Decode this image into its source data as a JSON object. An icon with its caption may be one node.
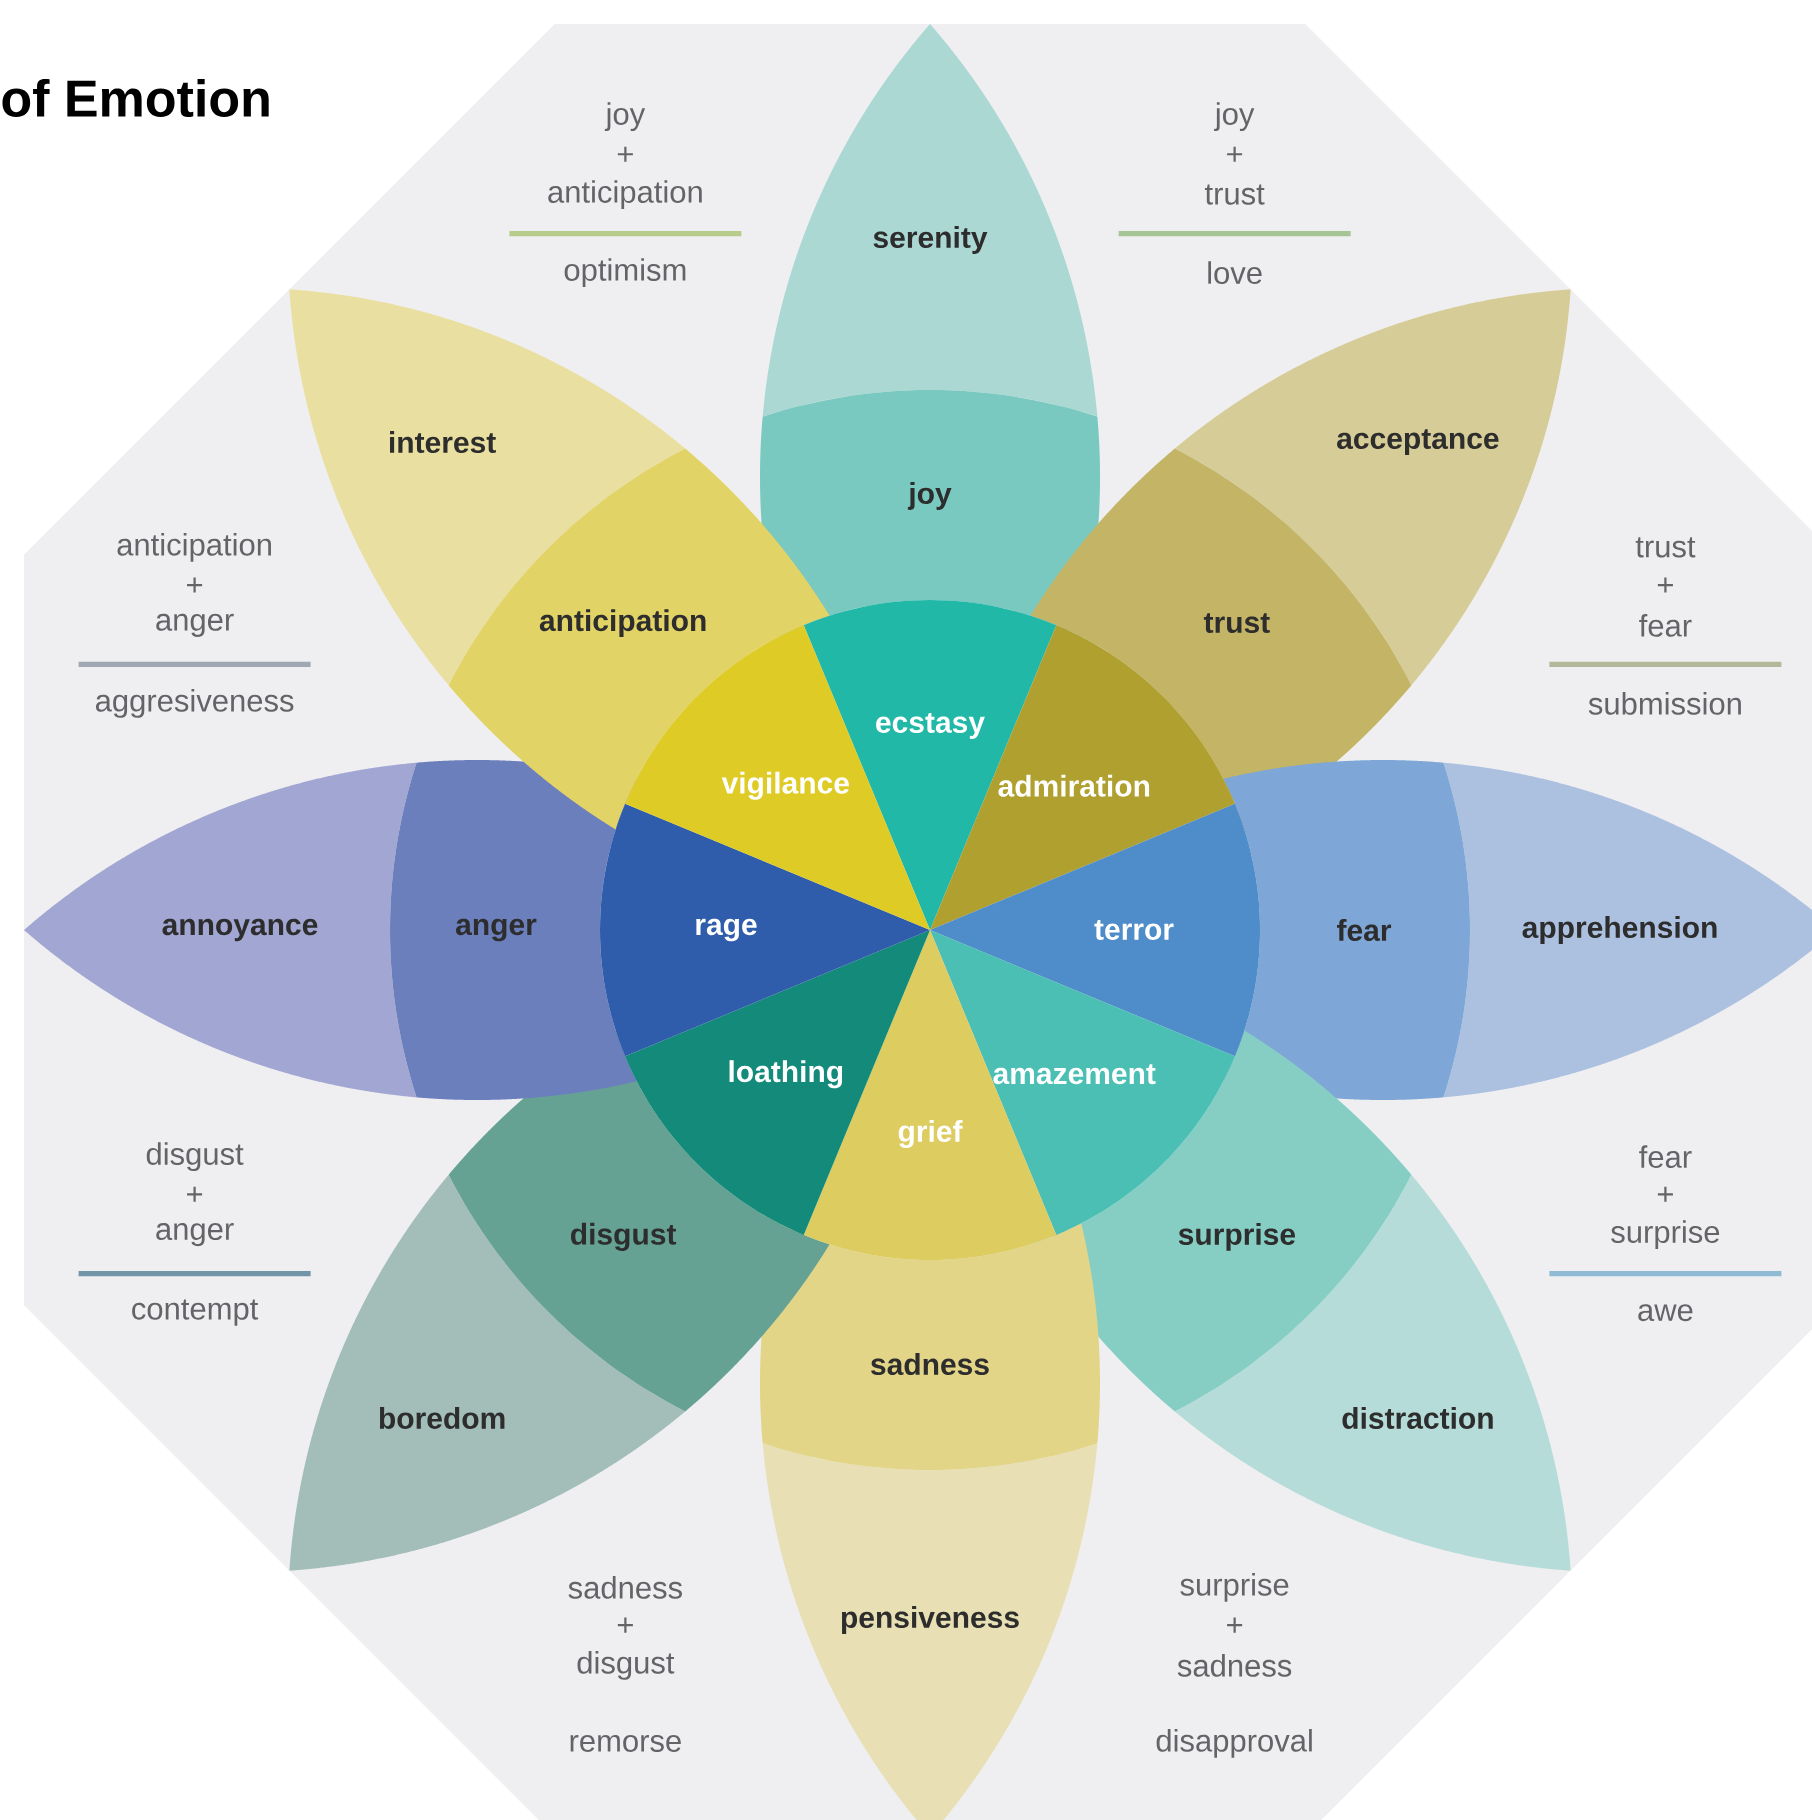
{
  "diagram": {
    "title": "of Emotion",
    "nodes": [
      {
        "text": [
          "serenity"
        ]
      },
      {
        "text": [
          "joy"
        ]
      },
      {
        "text": [
          "ecstasy"
        ]
      },
      {
        "text": [
          "acceptance"
        ]
      },
      {
        "text": [
          "trust"
        ]
      },
      {
        "text": [
          "admiration"
        ]
      },
      {
        "text": [
          "apprehension"
        ]
      },
      {
        "text": [
          "fear"
        ]
      },
      {
        "text": [
          "terror"
        ]
      },
      {
        "text": [
          "distraction"
        ]
      },
      {
        "text": [
          "surprise"
        ]
      },
      {
        "text": [
          "amazement"
        ]
      },
      {
        "text": [
          "pensiveness"
        ]
      },
      {
        "text": [
          "sadness"
        ]
      },
      {
        "text": [
          "grief"
        ]
      },
      {
        "text": [
          "boredom"
        ]
      },
      {
        "text": [
          "disgust"
        ]
      },
      {
        "text": [
          "loathing"
        ]
      },
      {
        "text": [
          "annoyance"
        ]
      },
      {
        "text": [
          "anger"
        ]
      },
      {
        "text": [
          "rage"
        ]
      },
      {
        "text": [
          "interest"
        ]
      },
      {
        "text": [
          "anticipation"
        ]
      },
      {
        "text": [
          "vigilance"
        ]
      }
    ],
    "labels": [
      "joy",
      "+",
      "anticipation",
      "optimism",
      "joy",
      "+",
      "trust",
      "love",
      "anticipation",
      "+",
      "anger",
      "aggresiveness",
      "trust",
      "+",
      "fear",
      "submission",
      "disgust",
      "+",
      "anger",
      "contempt",
      "fear",
      "+",
      "surprise",
      "awe",
      "sadness",
      "+",
      "disgust",
      "remorse",
      "surprise",
      "+",
      "sadness",
      "disapproval"
    ]
  }
}
